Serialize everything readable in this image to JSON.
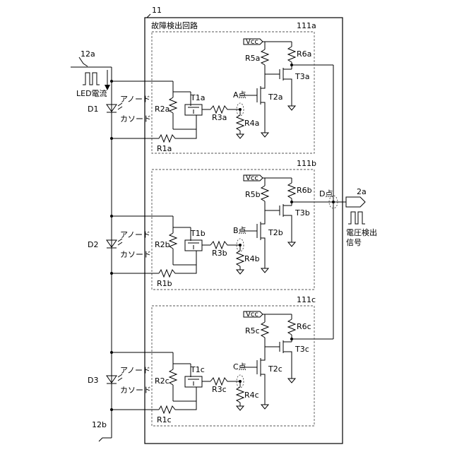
{
  "labels": {
    "frame_ref": "11",
    "frame_title": "故障検出回路",
    "input_terminal": "12a",
    "output_terminal": "12b",
    "led_current": "LED電流",
    "anode": "アノード",
    "cathode": "カソード",
    "vcc": "Vcc",
    "node_d": "D点",
    "output_ref": "2a",
    "voltage_signal_1": "電圧検出",
    "voltage_signal_2": "信号"
  },
  "stages": {
    "a": {
      "ref": "111a",
      "led": "D1",
      "node": "A点",
      "r1": "R1a",
      "r2": "R2a",
      "r3": "R3a",
      "r4": "R4a",
      "r5": "R5a",
      "r6": "R6a",
      "t1": "T1a",
      "t2": "T2a",
      "t3": "T3a"
    },
    "b": {
      "ref": "111b",
      "led": "D2",
      "node": "B点",
      "r1": "R1b",
      "r2": "R2b",
      "r3": "R3b",
      "r4": "R4b",
      "r5": "R5b",
      "r6": "R6b",
      "t1": "T1b",
      "t2": "T2b",
      "t3": "T3b"
    },
    "c": {
      "ref": "111c",
      "led": "D3",
      "node": "C点",
      "r1": "R1c",
      "r2": "R2c",
      "r3": "R3c",
      "r4": "R4c",
      "r5": "R5c",
      "r6": "R6c",
      "t1": "T1c",
      "t2": "T2c",
      "t3": "T3c"
    }
  }
}
